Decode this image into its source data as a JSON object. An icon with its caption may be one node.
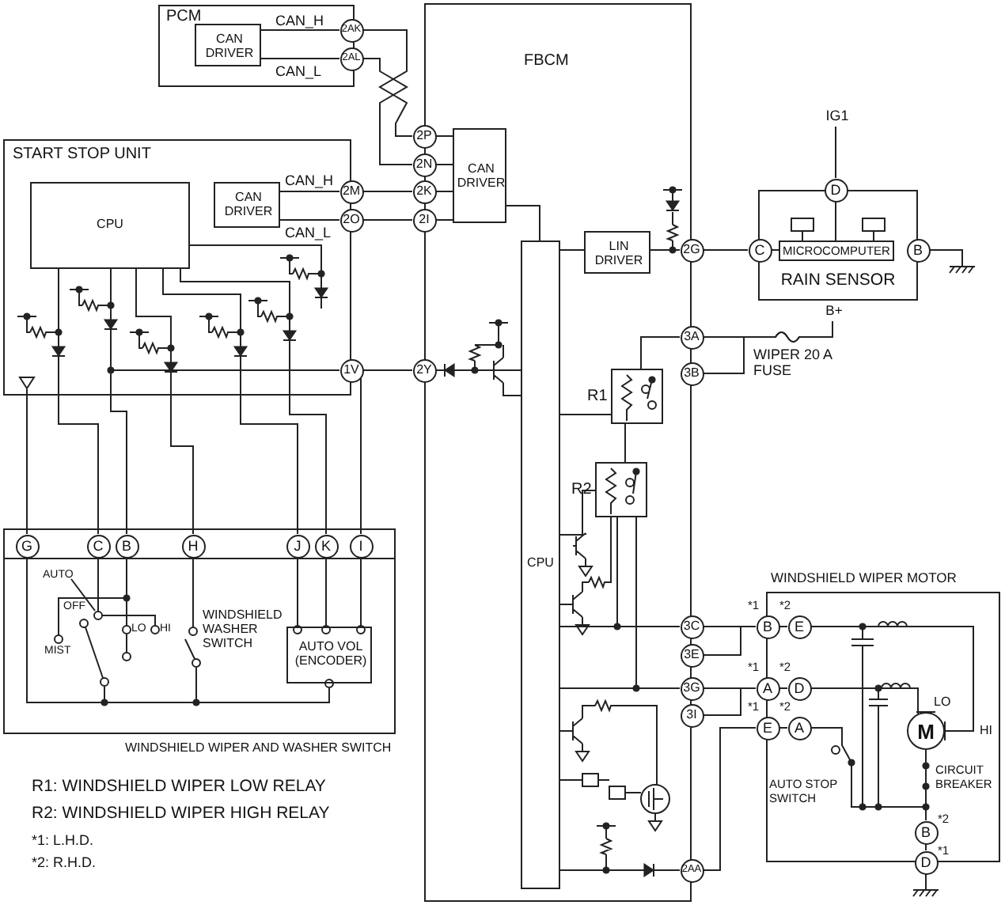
{
  "diagram": {
    "nodes": [
      {
        "text": [
          "PCM"
        ]
      },
      {
        "text": [
          "CAN DRIVER"
        ],
        "in": 0
      },
      {
        "text": [
          "2AK"
        ]
      },
      {
        "text": [
          "2AL"
        ]
      },
      {
        "text": [
          "FBCM"
        ]
      },
      {
        "text": [
          "CAN DRIVER"
        ],
        "in": 4
      },
      {
        "text": [
          "LIN DRIVER"
        ],
        "in": 4
      },
      {
        "text": [
          "CPU"
        ],
        "in": 4
      },
      {
        "text": [],
        "shape": "box",
        "in": 4,
        "beside": [
          "R1"
        ]
      },
      {
        "text": [],
        "shape": "box",
        "in": 4,
        "beside": [
          "R2"
        ]
      },
      {
        "text": [
          "2P"
        ]
      },
      {
        "text": [
          "2N"
        ]
      },
      {
        "text": [
          "2K"
        ]
      },
      {
        "text": [
          "2I"
        ]
      },
      {
        "text": [
          "2Y"
        ]
      },
      {
        "text": [
          "2G"
        ]
      },
      {
        "text": [
          "3A"
        ]
      },
      {
        "text": [
          "3B"
        ]
      },
      {
        "text": [
          "3C"
        ]
      },
      {
        "text": [
          "3E"
        ]
      },
      {
        "text": [
          "3G"
        ]
      },
      {
        "text": [
          "3I"
        ]
      },
      {
        "text": [
          "2AA"
        ]
      },
      {
        "text": [
          "START STOP UNIT"
        ]
      },
      {
        "text": [
          "CPU"
        ],
        "in": 23
      },
      {
        "text": [
          "CAN DRIVER"
        ],
        "in": 23
      },
      {
        "text": [
          "2M"
        ]
      },
      {
        "text": [
          "2O"
        ]
      },
      {
        "text": [
          "1V"
        ]
      },
      {
        "text": [
          "IG1"
        ]
      },
      {
        "text": [
          "RAIN SENSOR"
        ]
      },
      {
        "text": [
          "MICROCOMPUTER"
        ],
        "in": 30
      },
      {
        "text": [
          "D"
        ]
      },
      {
        "text": [
          "C"
        ]
      },
      {
        "text": [
          "B"
        ]
      },
      {
        "text": [
          "B+"
        ]
      },
      {
        "text": [
          "WINDSHIELD WIPER AND WASHER SWITCH"
        ]
      },
      {
        "text": [
          "AUTO VOL (ENCODER)"
        ],
        "in": 36
      },
      {
        "text": [
          "G"
        ],
        "in": 36
      },
      {
        "text": [
          "C"
        ],
        "in": 36
      },
      {
        "text": [
          "B"
        ],
        "in": 36
      },
      {
        "text": [
          "H"
        ],
        "in": 36
      },
      {
        "text": [
          "J"
        ],
        "in": 36
      },
      {
        "text": [
          "K"
        ],
        "in": 36
      },
      {
        "text": [
          "I"
        ],
        "in": 36
      },
      {
        "text": [
          "WINDSHIELD WIPER MOTOR"
        ]
      },
      {
        "text": [
          "B"
        ],
        "beside": [
          "*1"
        ]
      },
      {
        "text": [
          "E"
        ],
        "in": 45,
        "beside": [
          "*2"
        ]
      },
      {
        "text": [
          "A"
        ],
        "beside": [
          "*1"
        ]
      },
      {
        "text": [
          "D"
        ],
        "in": 45,
        "beside": [
          "*2"
        ]
      },
      {
        "text": [
          "E"
        ],
        "beside": [
          "*1"
        ]
      },
      {
        "text": [
          "A"
        ],
        "in": 45,
        "beside": [
          "*2"
        ]
      },
      {
        "text": [
          "M"
        ],
        "in": 45
      },
      {
        "text": [
          "B"
        ],
        "in": 45,
        "beside": [
          "*2"
        ]
      },
      {
        "text": [
          "D"
        ],
        "beside": [
          "*1"
        ]
      },
      {
        "text": [],
        "shape": "ground",
        "in": 23
      },
      {
        "text": [],
        "shape": "ground"
      },
      {
        "text": [],
        "shape": "ground"
      }
    ],
    "edges": [
      {
        "from": 1,
        "to": 2,
        "arrow": "none",
        "label": "CAN_H"
      },
      {
        "from": 1,
        "to": 3,
        "arrow": "none",
        "label": "CAN_L"
      },
      {
        "from": 2,
        "to": 10,
        "arrow": "none"
      },
      {
        "from": 3,
        "to": 11,
        "arrow": "none"
      },
      {
        "from": 25,
        "to": 26,
        "arrow": "none",
        "label": "CAN_H"
      },
      {
        "from": 25,
        "to": 27,
        "arrow": "none",
        "label": "CAN_L"
      },
      {
        "from": 26,
        "to": 12,
        "arrow": "none"
      },
      {
        "from": 27,
        "to": 13,
        "arrow": "none"
      },
      {
        "from": 10,
        "to": 5,
        "arrow": "none"
      },
      {
        "from": 11,
        "to": 5,
        "arrow": "none"
      },
      {
        "from": 12,
        "to": 5,
        "arrow": "none"
      },
      {
        "from": 13,
        "to": 5,
        "arrow": "none"
      },
      {
        "from": 5,
        "to": 7,
        "arrow": "none"
      },
      {
        "from": 28,
        "to": 14,
        "arrow": "none"
      },
      {
        "from": 7,
        "to": 6,
        "arrow": "none"
      },
      {
        "from": 6,
        "to": 15,
        "arrow": "none"
      },
      {
        "from": 15,
        "to": 33,
        "arrow": "none"
      },
      {
        "from": 33,
        "to": 31,
        "arrow": "none"
      },
      {
        "from": 29,
        "to": 32,
        "arrow": "none"
      },
      {
        "from": 32,
        "to": 31,
        "arrow": "none"
      },
      {
        "from": 16,
        "to": 35,
        "arrow": "none"
      },
      {
        "from": 17,
        "to": 35,
        "arrow": "none"
      },
      {
        "from": 18,
        "to": 46,
        "arrow": "none"
      },
      {
        "from": 19,
        "to": 46,
        "arrow": "none"
      },
      {
        "from": 20,
        "to": 48,
        "arrow": "none"
      },
      {
        "from": 21,
        "to": 48,
        "arrow": "none"
      },
      {
        "from": 22,
        "to": 50,
        "arrow": "none"
      },
      {
        "from": 7,
        "to": 18,
        "arrow": "none"
      },
      {
        "from": 7,
        "to": 20,
        "arrow": "none"
      },
      {
        "from": 39,
        "to": 24,
        "arrow": "none"
      },
      {
        "from": 40,
        "to": 24,
        "arrow": "none"
      },
      {
        "from": 41,
        "to": 24,
        "arrow": "none"
      },
      {
        "from": 42,
        "to": 24,
        "arrow": "none"
      },
      {
        "from": 43,
        "to": 24,
        "arrow": "none"
      },
      {
        "from": 44,
        "to": 28,
        "arrow": "none"
      },
      {
        "from": 38,
        "to": 55,
        "arrow": "none"
      },
      {
        "from": 42,
        "to": 37,
        "arrow": "none"
      },
      {
        "from": 43,
        "to": 37,
        "arrow": "none"
      },
      {
        "from": 44,
        "to": 37,
        "arrow": "none"
      },
      {
        "from": 46,
        "to": 47,
        "arrow": "none"
      },
      {
        "from": 48,
        "to": 49,
        "arrow": "none"
      },
      {
        "from": 50,
        "to": 51,
        "arrow": "none"
      },
      {
        "from": 47,
        "to": 52,
        "arrow": "none"
      },
      {
        "from": 49,
        "to": 52,
        "arrow": "none"
      },
      {
        "from": 51,
        "to": 53,
        "arrow": "none"
      },
      {
        "from": 52,
        "to": 53,
        "arrow": "none"
      },
      {
        "from": 53,
        "to": 54,
        "arrow": "none"
      },
      {
        "from": 54,
        "to": 57,
        "arrow": "none"
      },
      {
        "from": 34,
        "to": 56,
        "arrow": "none"
      },
      {
        "from": 14,
        "to": 7,
        "arrow": "none"
      },
      {
        "from": 16,
        "to": 8,
        "arrow": "none"
      },
      {
        "from": 8,
        "to": 9,
        "arrow": "none"
      },
      {
        "from": 9,
        "to": 18,
        "arrow": "none"
      },
      {
        "from": 9,
        "to": 20,
        "arrow": "none"
      },
      {
        "from": 7,
        "to": 22,
        "arrow": "none"
      },
      {
        "from": 24,
        "to": 28,
        "arrow": "none"
      },
      {
        "from": 7,
        "to": 9,
        "arrow": "none"
      },
      {
        "from": 7,
        "to": 8,
        "arrow": "none"
      }
    ],
    "labels": [
      "WIPER 20 A FUSE",
      "AUTO",
      "OFF",
      "MIST",
      "LO",
      "HI",
      "WINDSHIELD WASHER SWITCH",
      "LO",
      "HI",
      "CIRCUIT BREAKER",
      "AUTO STOP SWITCH",
      "R1: WINDSHIELD WIPER LOW RELAY",
      "R2: WINDSHIELD WIPER HIGH RELAY",
      "*1: L.H.D.",
      "*2: R.H.D."
    ]
  }
}
